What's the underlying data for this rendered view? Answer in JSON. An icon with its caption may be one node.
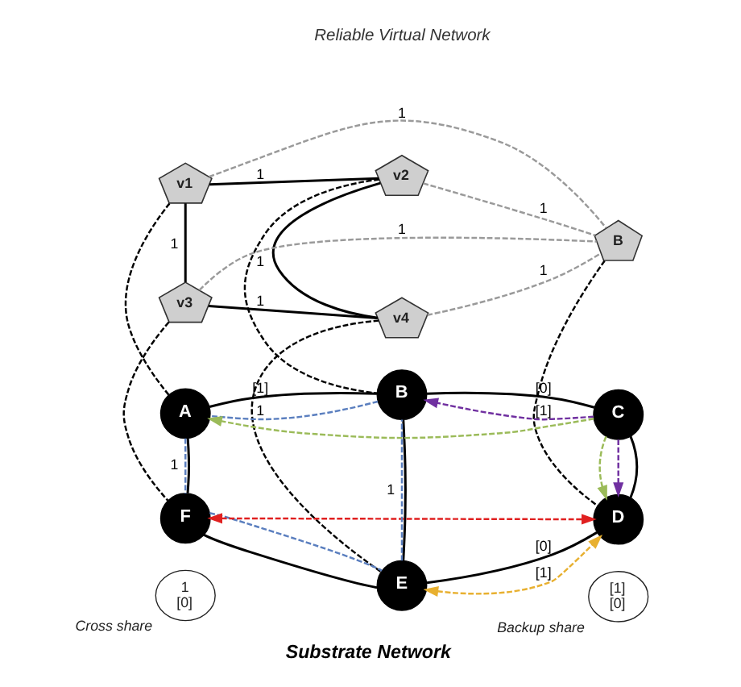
{
  "diagram": {
    "caption": "Substrate Network",
    "nodes": [
      {
        "text": [
          "v1"
        ]
      },
      {
        "text": [
          "v2"
        ]
      },
      {
        "text": [
          "B"
        ]
      },
      {
        "text": [
          "v3"
        ]
      },
      {
        "text": [
          "v4"
        ]
      },
      {
        "text": [
          "A"
        ]
      },
      {
        "text": [
          "B"
        ]
      },
      {
        "text": [
          "C"
        ]
      },
      {
        "text": [
          "[1]",
          "[0]"
        ],
        "beside": [
          "Backup share"
        ]
      },
      {
        "text": [
          "F"
        ]
      },
      {
        "text": [
          "E"
        ]
      },
      {
        "text": [
          "D"
        ]
      },
      {
        "text": [
          "1",
          "[0]"
        ],
        "beside": [
          "Cross share"
        ]
      }
    ],
    "edges": [
      {
        "from": 0,
        "to": 1,
        "arrow": "none",
        "label": "1"
      },
      {
        "from": 0,
        "to": 3,
        "arrow": "none",
        "label": "1"
      },
      {
        "from": 1,
        "to": 4,
        "arrow": "none",
        "label": "1"
      },
      {
        "from": 3,
        "to": 4,
        "arrow": "none",
        "label": "1"
      },
      {
        "from": 1,
        "to": 2,
        "arrow": "none",
        "label": "1",
        "style": "dashed",
        "color": "#9a9a9a"
      },
      {
        "from": 0,
        "to": 2,
        "arrow": "none",
        "label": "1",
        "style": "dashed",
        "color": "#9a9a9a"
      },
      {
        "from": 3,
        "to": 2,
        "arrow": "none",
        "label": "1",
        "style": "dashed",
        "color": "#9a9a9a"
      },
      {
        "from": 4,
        "to": 2,
        "arrow": "none",
        "label": "1",
        "style": "dashed",
        "color": "#9a9a9a"
      },
      {
        "from": 0,
        "to": 5,
        "arrow": "none",
        "style": "dashed"
      },
      {
        "from": 1,
        "to": 6,
        "arrow": "none",
        "style": "dashed"
      },
      {
        "from": 3,
        "to": 9,
        "arrow": "none",
        "style": "dashed"
      },
      {
        "from": 4,
        "to": 10,
        "arrow": "none",
        "style": "dashed"
      },
      {
        "from": 2,
        "to": 11,
        "arrow": "none",
        "style": "dashed"
      },
      {
        "from": 5,
        "to": 6,
        "arrow": "none",
        "label": "[1]"
      },
      {
        "from": 6,
        "to": 7,
        "arrow": "none",
        "label": "[0]"
      },
      {
        "from": 5,
        "to": 9,
        "arrow": "none"
      },
      {
        "from": 6,
        "to": 10,
        "arrow": "none"
      },
      {
        "from": 7,
        "to": 11,
        "arrow": "none"
      },
      {
        "from": 9,
        "to": 10,
        "arrow": "none"
      },
      {
        "from": 10,
        "to": 11,
        "arrow": "none",
        "label": "[0]"
      },
      {
        "from": 6,
        "to": 5,
        "arrow": "none",
        "label": "1",
        "style": "dashed",
        "color": "#5b7fbf"
      },
      {
        "from": 5,
        "to": 9,
        "arrow": "none",
        "label": "1",
        "style": "dashed",
        "color": "#5b7fbf"
      },
      {
        "from": 9,
        "to": 10,
        "arrow": "none",
        "style": "dashed",
        "color": "#5b7fbf"
      },
      {
        "from": 10,
        "to": 6,
        "arrow": "none",
        "label": "1",
        "style": "dashed",
        "color": "#5b7fbf"
      },
      {
        "from": 7,
        "to": 5,
        "arrow": "to",
        "style": "dashed",
        "color": "#9bbb59"
      },
      {
        "from": 7,
        "to": 6,
        "arrow": "to",
        "label": "[1]",
        "style": "dashed",
        "color": "#7030a0"
      },
      {
        "from": 7,
        "to": 11,
        "arrow": "to",
        "style": "dashed",
        "color": "#7030a0"
      },
      {
        "from": 7,
        "to": 11,
        "arrow": "to",
        "style": "dashed",
        "color": "#9bbb59"
      },
      {
        "from": 10,
        "to": 11,
        "arrow": "both",
        "label": "[1]",
        "style": "dashed",
        "color": "#e8b030"
      },
      {
        "from": 9,
        "to": 11,
        "arrow": "both",
        "style": "dashed",
        "color": "#e02020"
      }
    ],
    "labels": [
      "Reliable Virtual Network"
    ]
  }
}
